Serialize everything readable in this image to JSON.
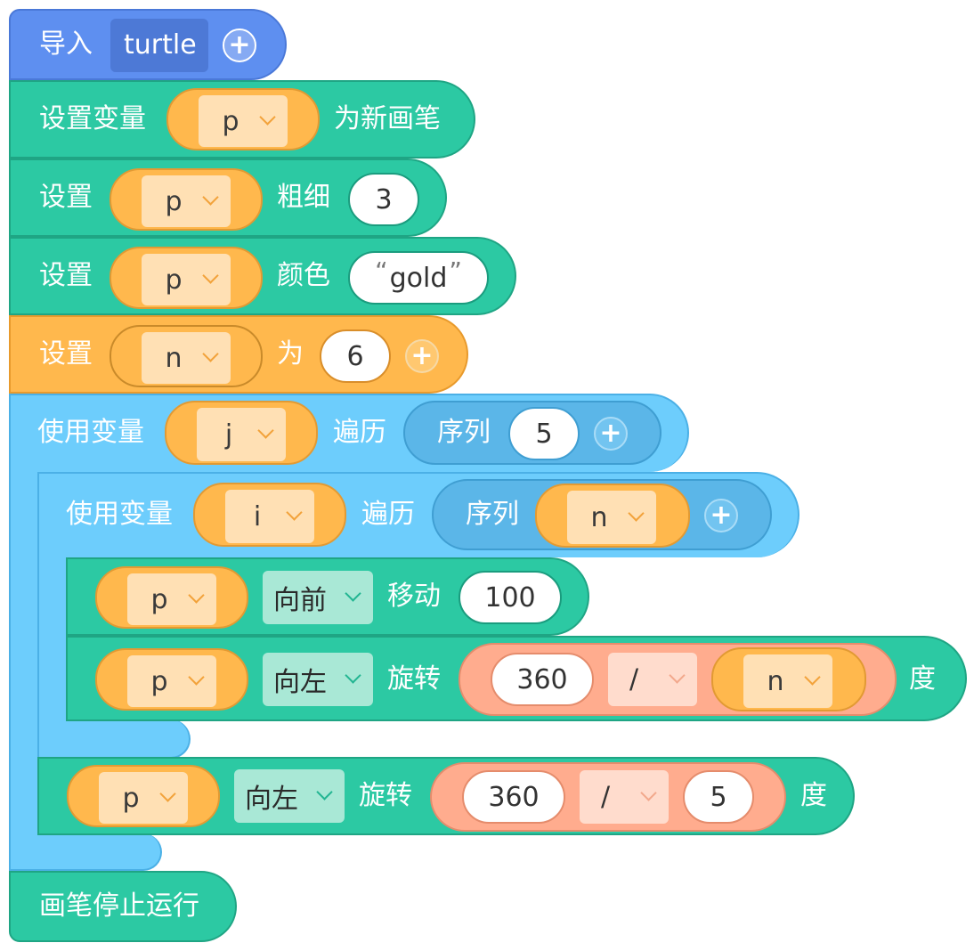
{
  "import": {
    "label": "导入",
    "module": "turtle"
  },
  "new_pen": {
    "prefix": "设置变量",
    "var": "p",
    "suffix": "为新画笔"
  },
  "width": {
    "prefix": "设置",
    "var": "p",
    "label": "粗细",
    "value": "3"
  },
  "color": {
    "prefix": "设置",
    "var": "p",
    "label": "颜色",
    "value": "gold",
    "quote_open": "“",
    "quote_close": "”"
  },
  "set_n": {
    "prefix": "设置",
    "var": "n",
    "label": "为",
    "value": "6"
  },
  "outer_loop": {
    "prefix": "使用变量",
    "var": "j",
    "mid": "遍历",
    "seq_label": "序列",
    "seq_value": "5"
  },
  "inner_loop": {
    "prefix": "使用变量",
    "var": "i",
    "mid": "遍历",
    "seq_label": "序列",
    "seq_var": "n"
  },
  "forward": {
    "var": "p",
    "dir": "向前",
    "action": "移动",
    "value": "100"
  },
  "turn_inner": {
    "var": "p",
    "dir": "向左",
    "action": "旋转",
    "left": "360",
    "op": "/",
    "right_var": "n",
    "unit": "度"
  },
  "turn_outer": {
    "var": "p",
    "dir": "向左",
    "action": "旋转",
    "left": "360",
    "op": "/",
    "right": "5",
    "unit": "度"
  },
  "stop": {
    "label": "画笔停止运行"
  }
}
